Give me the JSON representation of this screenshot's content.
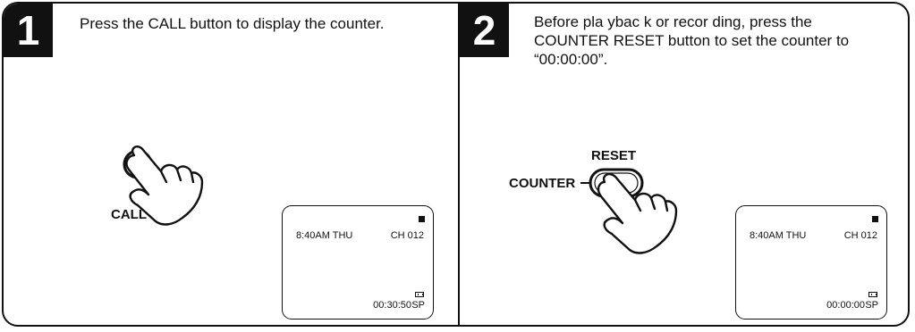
{
  "steps": [
    {
      "number": "1",
      "instruction": "Press the CALL button to display the counter.",
      "button_labels": {
        "call": "CALL"
      },
      "display": {
        "time": "8:40AM  THU",
        "channel": "CH 012",
        "counter": "00:30:50",
        "speed": "SP"
      }
    },
    {
      "number": "2",
      "instruction": "Before pla ybac k or recor ding,  press the COUNTER RESET button to set the counter to “00:00:00”.",
      "button_labels": {
        "reset": "RESET",
        "counter": "COUNTER"
      },
      "display": {
        "time": "8:40AM  THU",
        "channel": "CH 012",
        "counter": "00:00:00",
        "speed": "SP"
      }
    }
  ],
  "icons": {
    "hand": "pointing-hand-icon",
    "stop": "stop-square-icon",
    "tape": "cassette-icon"
  }
}
